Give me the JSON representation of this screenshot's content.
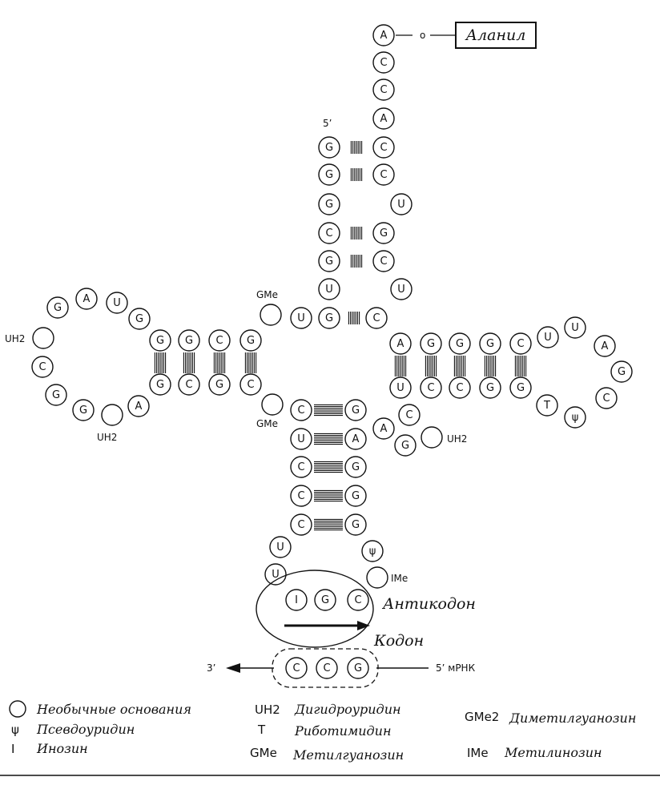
{
  "amino_acid": "Аланил",
  "five_prime": "5’",
  "acceptor_link": "o",
  "modified_labels": {
    "uh2_left": "UH2",
    "uh2_bottom": "UH2",
    "uh2_right": "UH2",
    "gme_top": "GMe",
    "gme_bottom": "GMe",
    "ime": "IMe"
  },
  "anticodon_label": "Антикодон",
  "codon_label": "Кодон",
  "mrna_3": "3’",
  "mrna_5": "5’ мРНК",
  "acceptor_tail": [
    "A",
    "C",
    "C",
    "A"
  ],
  "acceptor_5_strand": [
    "G",
    "G",
    "G",
    "C",
    "G",
    "U",
    "G"
  ],
  "acceptor_3_strand": [
    "C",
    "C",
    "U",
    "G",
    "C",
    "U",
    "C"
  ],
  "d_stem_top": [
    "G",
    "G",
    "C",
    "G"
  ],
  "d_stem_bottom": [
    "G",
    "C",
    "G",
    "C"
  ],
  "d_loop": [
    "G",
    "A",
    "U",
    "G",
    "",
    "C",
    "G",
    "G",
    "",
    "A"
  ],
  "top_junction": [
    "U"
  ],
  "t_stem_top": [
    "A",
    "G",
    "G",
    "G",
    "C"
  ],
  "t_stem_bottom": [
    "U",
    "C",
    "C",
    "G",
    "G"
  ],
  "t_loop": [
    "U",
    "U",
    "A",
    "G",
    "C",
    "ψ",
    "T"
  ],
  "anticodon_stem_left": [
    "C",
    "U",
    "C",
    "C",
    "C"
  ],
  "anticodon_stem_right": [
    "G",
    "A",
    "G",
    "G",
    "G"
  ],
  "variable_loop": [
    "C",
    "A",
    "G"
  ],
  "anticodon_loop_left": [
    "U",
    "U"
  ],
  "anticodon_loop_right": [
    "ψ"
  ],
  "anticodon": [
    "I",
    "G",
    "C"
  ],
  "codon": [
    "C",
    "C",
    "G"
  ],
  "legend": [
    {
      "symbol": "○",
      "text": "Необычные основания"
    },
    {
      "symbol": "ψ",
      "text": "Псевдоуридин"
    },
    {
      "symbol": "I",
      "text": "Инозин"
    },
    {
      "symbol": "UH2",
      "text": "Дигидроуридин"
    },
    {
      "symbol": "T",
      "text": "Риботимидин"
    },
    {
      "symbol": "GMe",
      "text": "Метилгуанозин"
    },
    {
      "symbol": "GMe2",
      "text": "Диметилгуанозин"
    },
    {
      "symbol": "IMe",
      "text": "Метилинозин"
    }
  ]
}
